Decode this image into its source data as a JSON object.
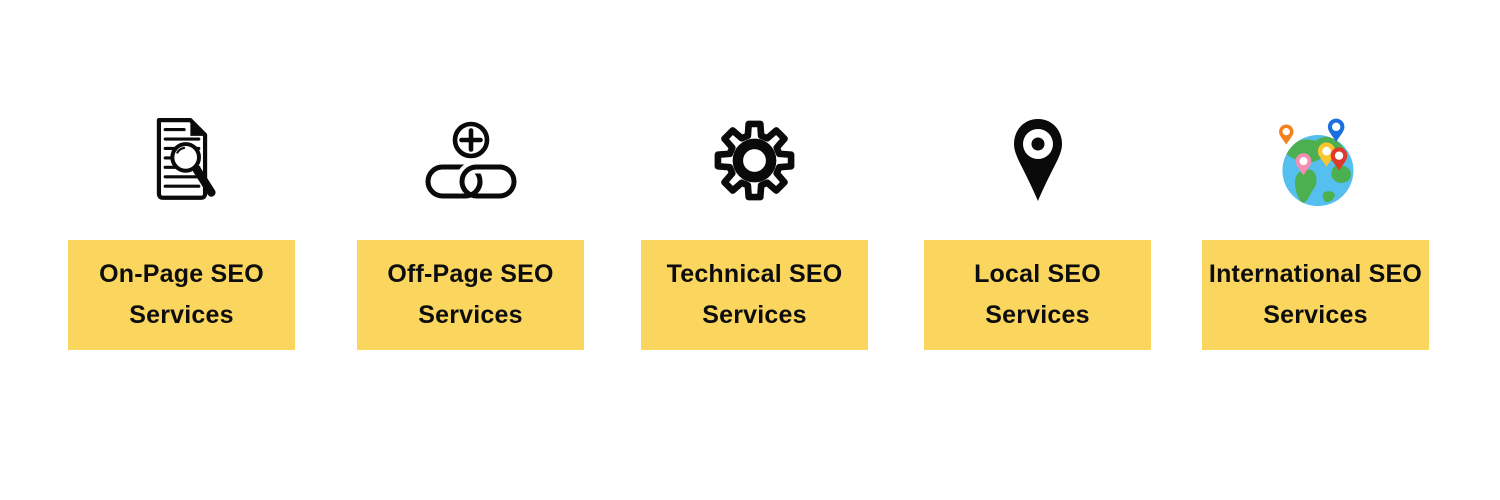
{
  "page": {
    "background": "#ffffff",
    "type": "seo-services-infographic"
  },
  "colors": {
    "page_background": "#ffffff",
    "label_background": "#fad65e",
    "label_text": "#0d0d0d",
    "icon_stroke": "#0a0a0a",
    "globe_ocean": "#55c0f0",
    "globe_land": "#4caf50",
    "pin_orange": "#f4811f",
    "pin_blue": "#1a6ee0",
    "pin_yellow": "#fbc52d",
    "pin_red": "#e0392b",
    "pin_pink": "#f48fb1"
  },
  "cards": [
    {
      "icon": "document-search-icon",
      "lines": [
        "On-Page SEO",
        "Services"
      ]
    },
    {
      "icon": "link-plus-icon",
      "lines": [
        "Off-Page SEO",
        "Services"
      ]
    },
    {
      "icon": "gear-icon",
      "lines": [
        "Technical SEO",
        "Services"
      ]
    },
    {
      "icon": "map-pin-icon",
      "lines": [
        "Local SEO",
        "Services"
      ]
    },
    {
      "icon": "globe-pins-icon",
      "lines": [
        "International SEO",
        "Services"
      ]
    }
  ]
}
